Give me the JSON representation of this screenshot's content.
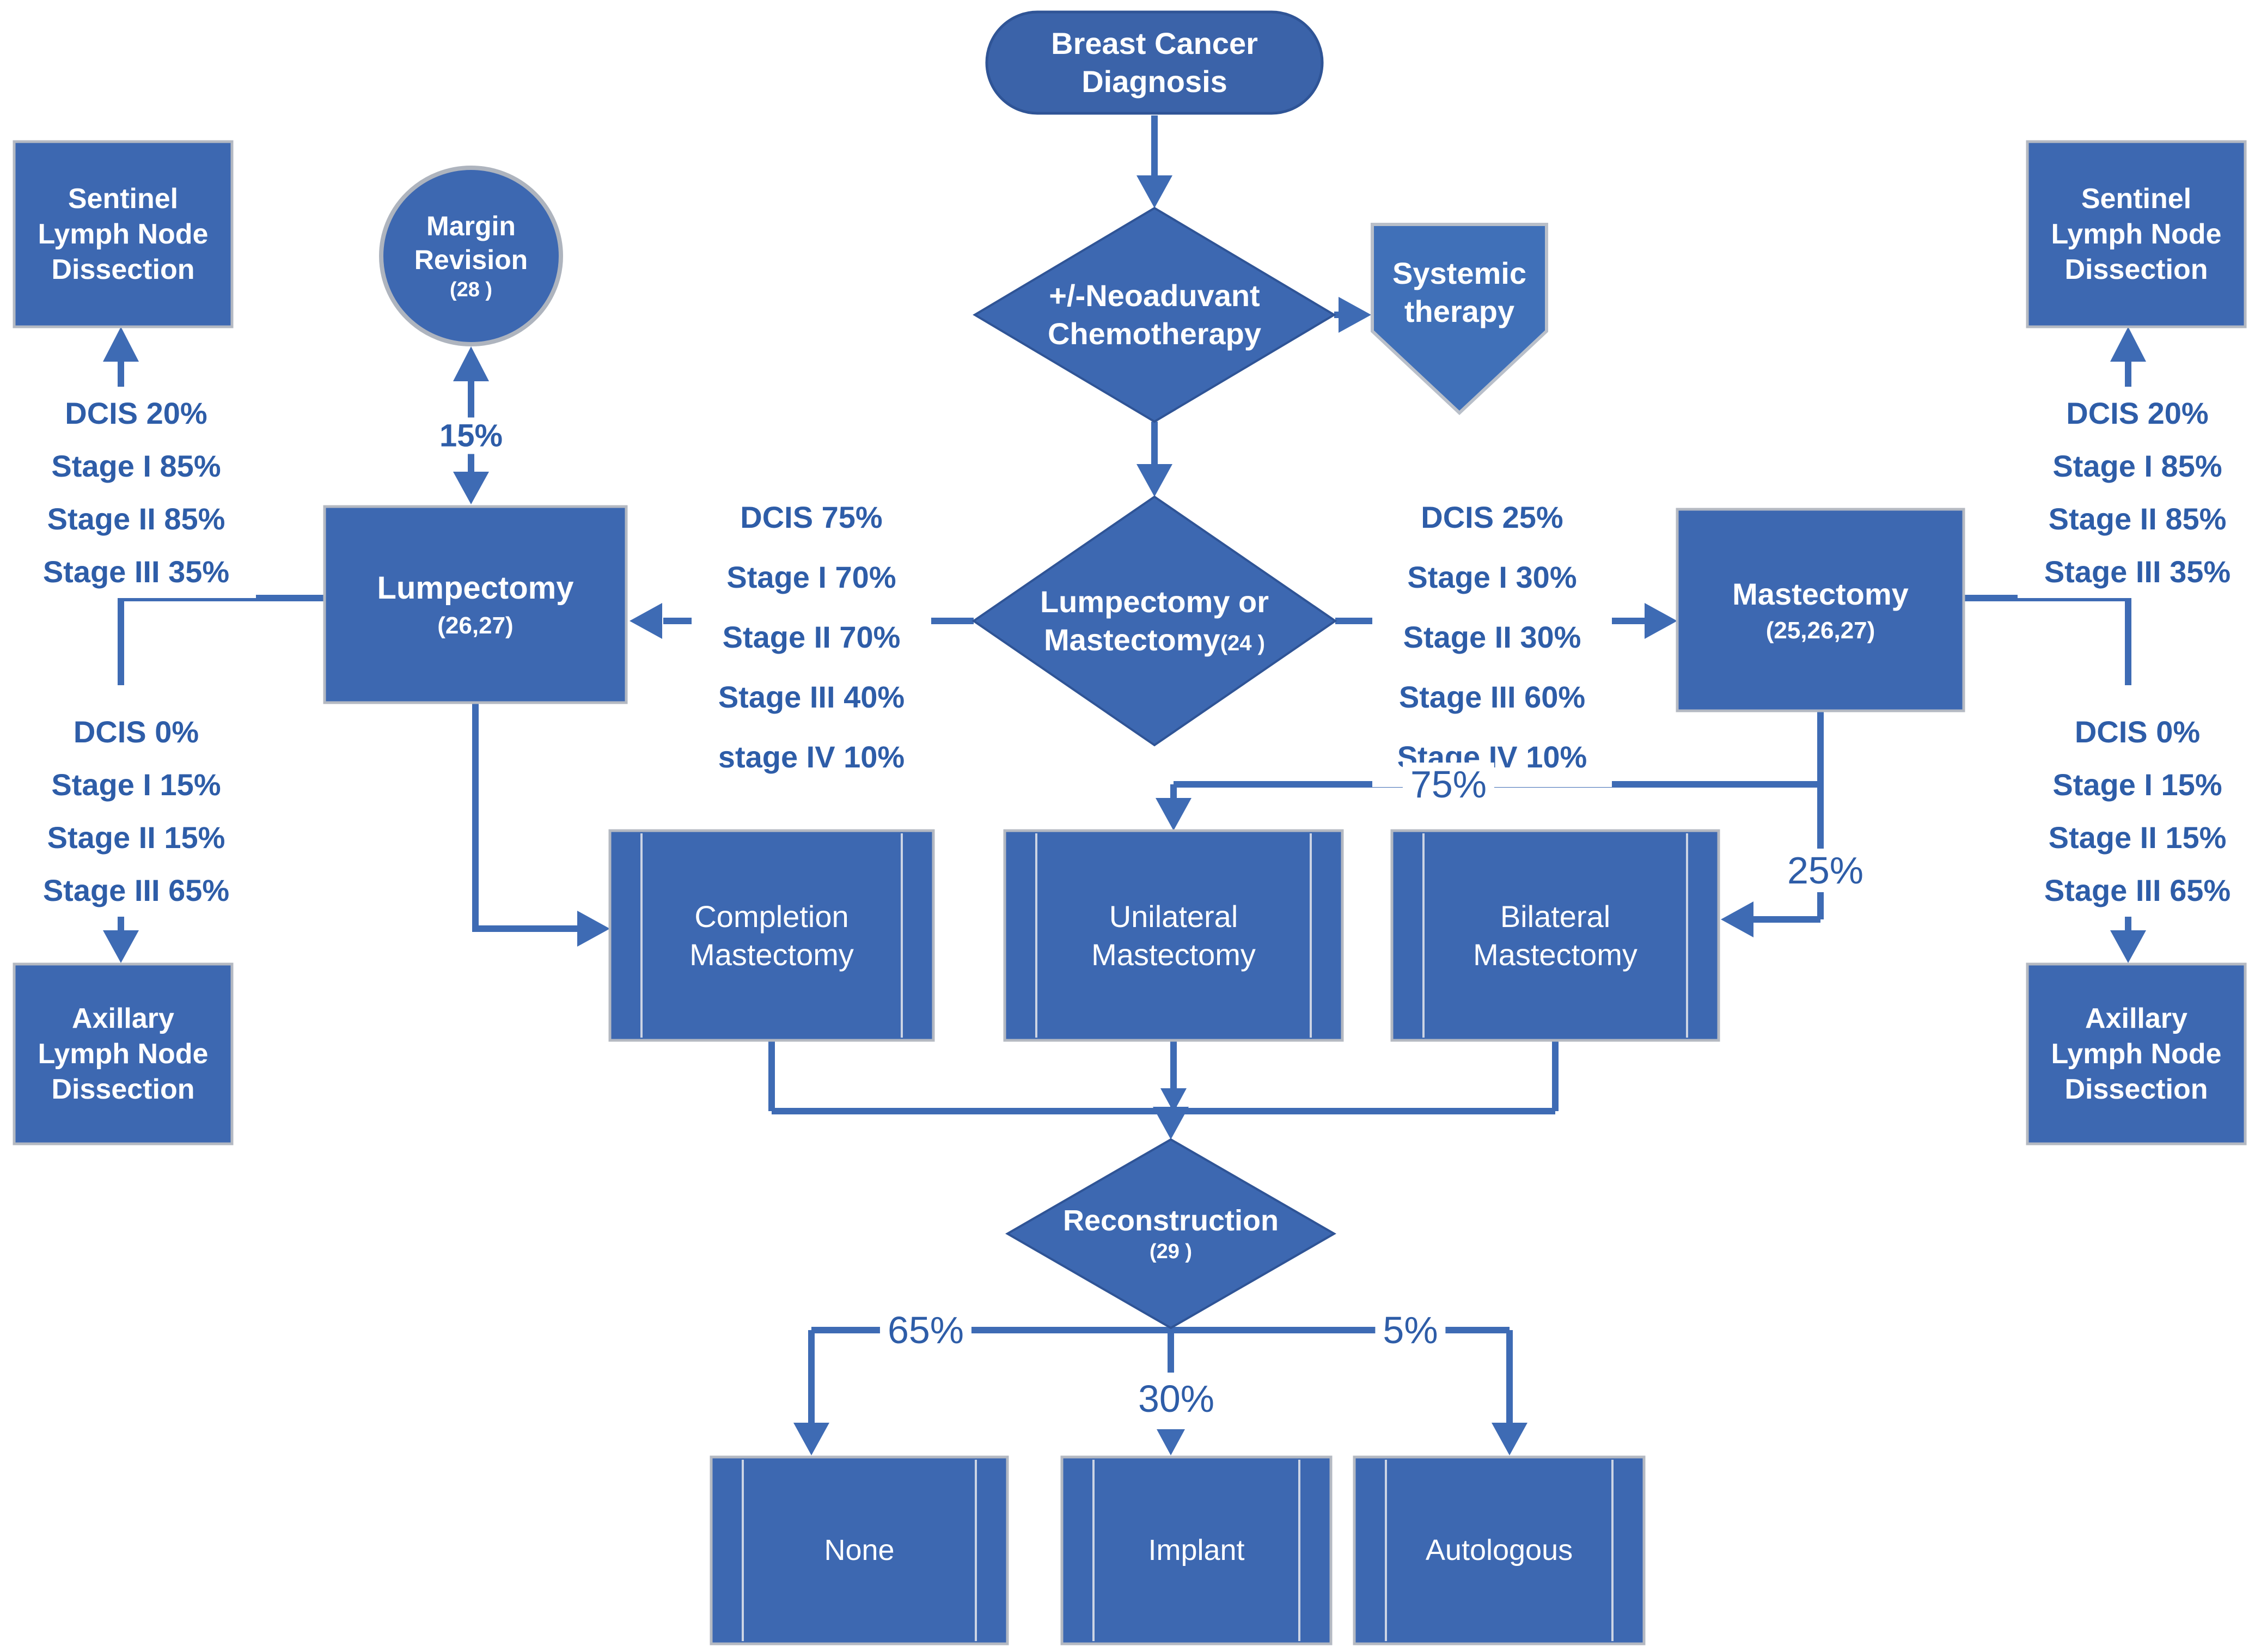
{
  "flowchart": {
    "nodes": {
      "diagnosis": {
        "label": "Breast Cancer Diagnosis"
      },
      "neoadjuvant_chemo": {
        "label": "+/-Neoaduvant Chemotherapy"
      },
      "systemic_therapy": {
        "label": "Systemic therapy"
      },
      "lump_or_mast_decision": {
        "line1": "Lumpectomy or",
        "line2": "Mastectomy",
        "ref": "(24 )"
      },
      "lumpectomy": {
        "label": "Lumpectomy",
        "ref": "(26,27)"
      },
      "margin_revision": {
        "line1": "Margin",
        "line2": "Revision",
        "ref": "(28 )"
      },
      "mastectomy": {
        "label": "Mastectomy",
        "ref": "(25,26,27)"
      },
      "sentinel_left": {
        "label": "Sentinel Lymph Node Dissection"
      },
      "axillary_left": {
        "label": "Axillary Lymph Node Dissection"
      },
      "sentinel_right": {
        "label": "Sentinel Lymph Node Dissection"
      },
      "axillary_right": {
        "label": "Axillary Lymph Node Dissection"
      },
      "completion_mastectomy": {
        "label": "Completion Mastectomy"
      },
      "unilateral_mastectomy": {
        "label": "Unilateral Mastectomy"
      },
      "bilateral_mastectomy": {
        "label": "Bilateral Mastectomy"
      },
      "reconstruction": {
        "label": "Reconstruction",
        "ref": "(29 )"
      },
      "none": {
        "label": "None"
      },
      "implant": {
        "label": "Implant"
      },
      "autologous": {
        "label": "Autologous"
      }
    },
    "stats": {
      "to_lumpectomy": [
        "DCIS 75%",
        "Stage I 70%",
        "Stage II 70%",
        "Stage III 40%",
        "stage IV 10%"
      ],
      "to_mastectomy": [
        "DCIS 25%",
        "Stage I 30%",
        "Stage II 30%",
        "Stage III 60%",
        "Stage IV 10%"
      ],
      "sentinel_left": [
        "DCIS 20%",
        "Stage I 85%",
        "Stage II 85%",
        "Stage III 35%"
      ],
      "axillary_left": [
        "DCIS 0%",
        "Stage I 15%",
        "Stage II 15%",
        "Stage III 65%"
      ],
      "sentinel_right": [
        "DCIS 20%",
        "Stage I 85%",
        "Stage II 85%",
        "Stage III 35%"
      ],
      "axillary_right": [
        "DCIS 0%",
        "Stage I 15%",
        "Stage II 15%",
        "Stage III 65%"
      ]
    },
    "edge_labels": {
      "margin_revision_pct": "15%",
      "unilateral_pct": "75%",
      "bilateral_pct": "25%",
      "none_pct": "65%",
      "implant_pct": "30%",
      "autologous_pct": "5%"
    },
    "colors": {
      "node_fill": "#3d68b1",
      "node_border_blue": "#2f5496",
      "node_border_gray": "#b4b9c2",
      "connector": "#3e6bb4",
      "label_text": "#2e5da8",
      "node_text": "#ffffff"
    }
  }
}
